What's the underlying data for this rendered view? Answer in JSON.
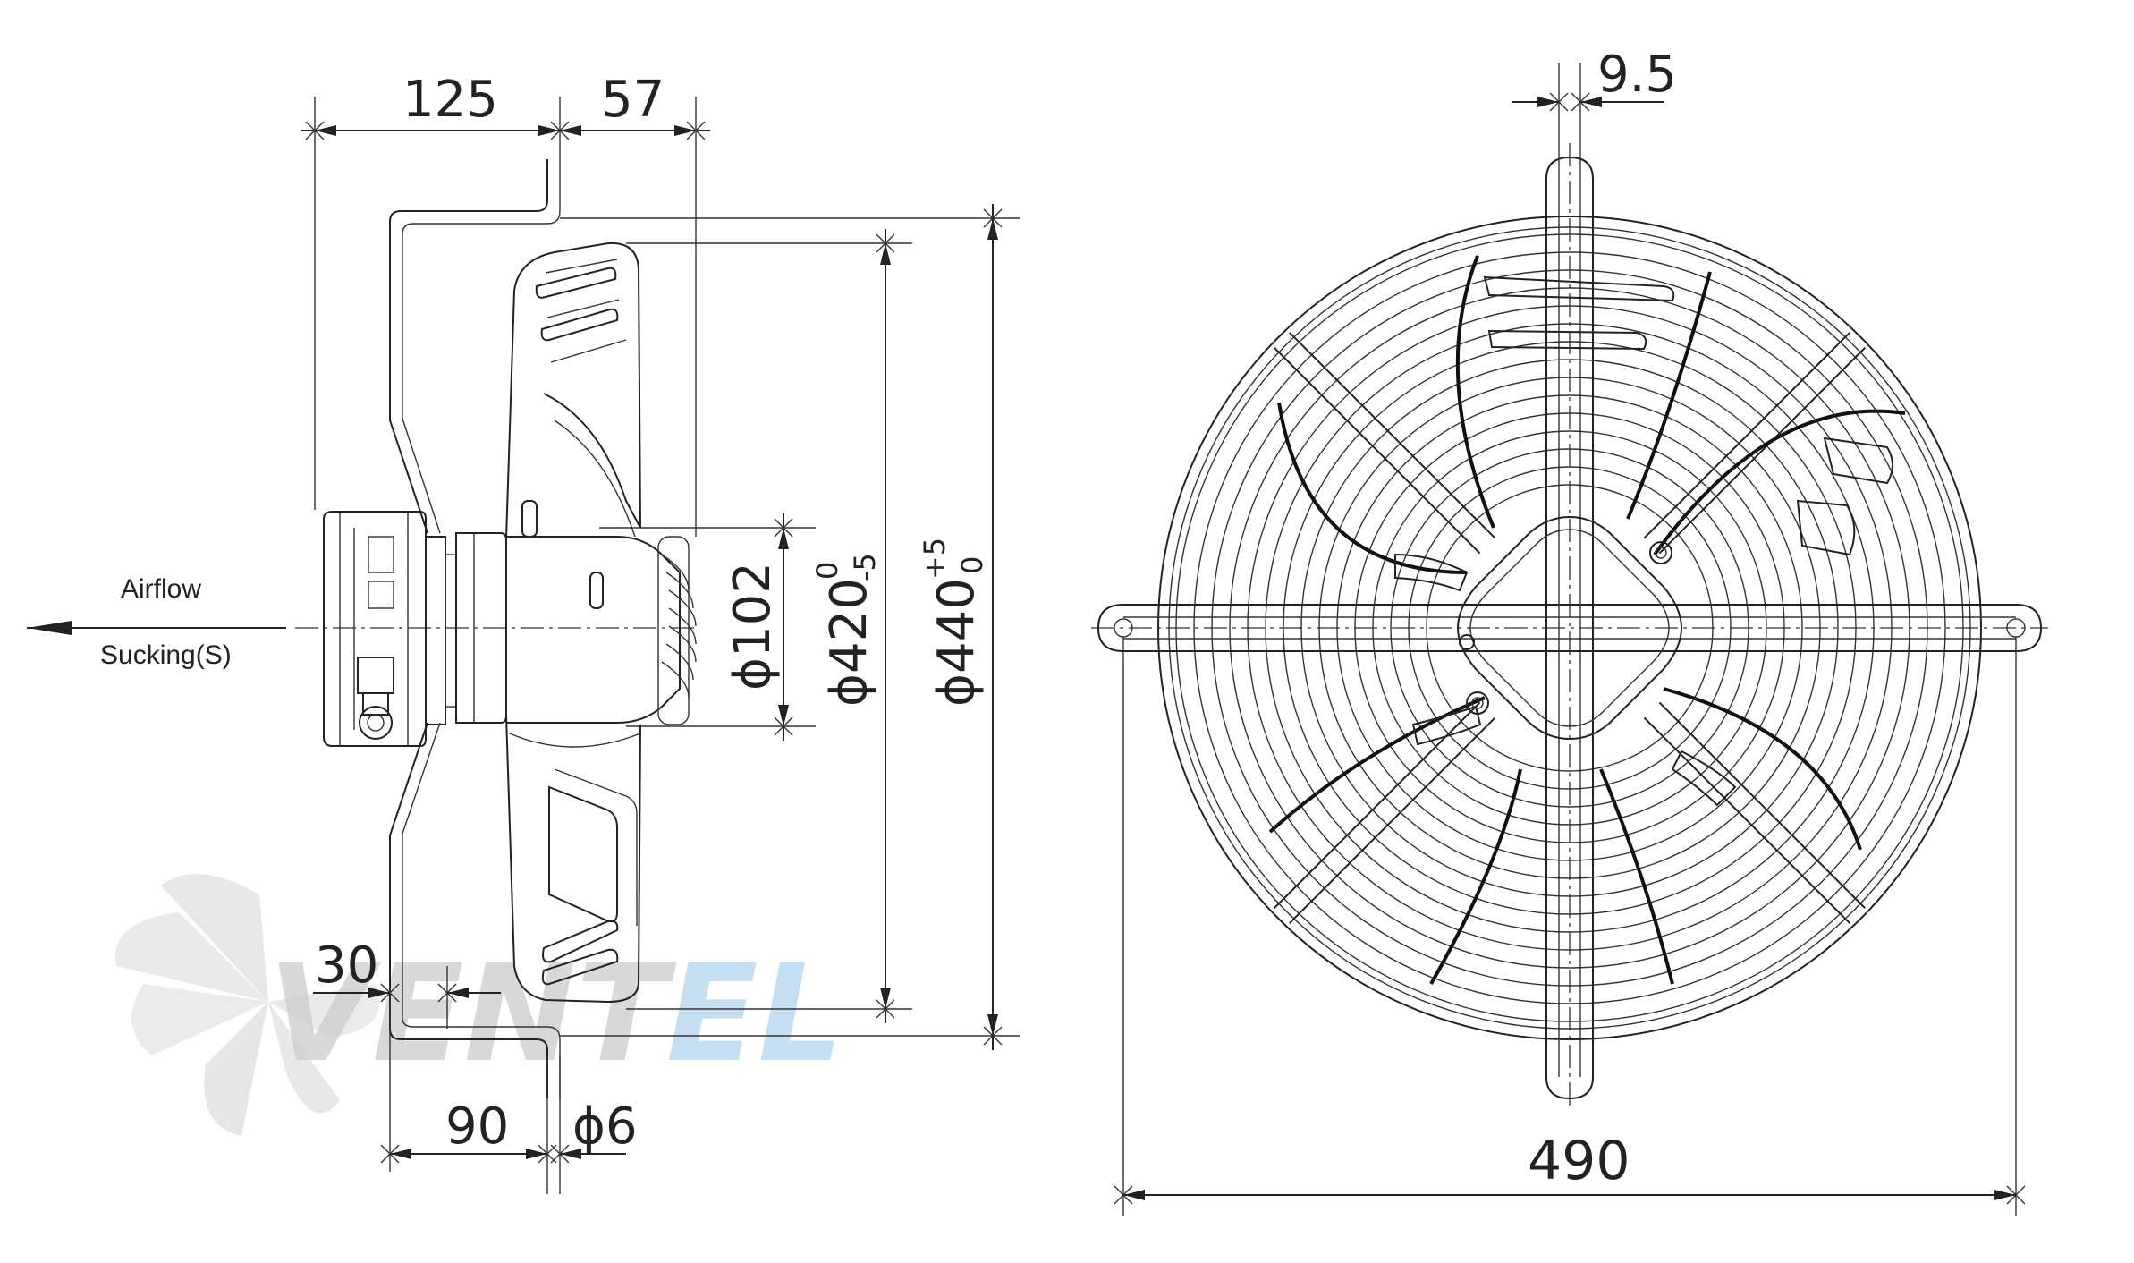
{
  "labels": {
    "airflow": "Airflow",
    "sucking": "Sucking(S)"
  },
  "dimensions": {
    "d125": "125",
    "d57": "57",
    "d30": "30",
    "d90": "90",
    "d6": "ϕ6",
    "d102": "ϕ102",
    "d420_main": "ϕ420",
    "d420_sup": "0",
    "d420_sub": "-5",
    "d440_main": "ϕ440",
    "d440_sup": "+5",
    "d440_sub": "0",
    "d9_5": "9.5",
    "d490": "490"
  },
  "watermark": {
    "part1": "VENT",
    "part2": "EL",
    "color1": "#c9c9c9",
    "color2": "#bfdcf0"
  },
  "colors": {
    "line": "#222222"
  }
}
